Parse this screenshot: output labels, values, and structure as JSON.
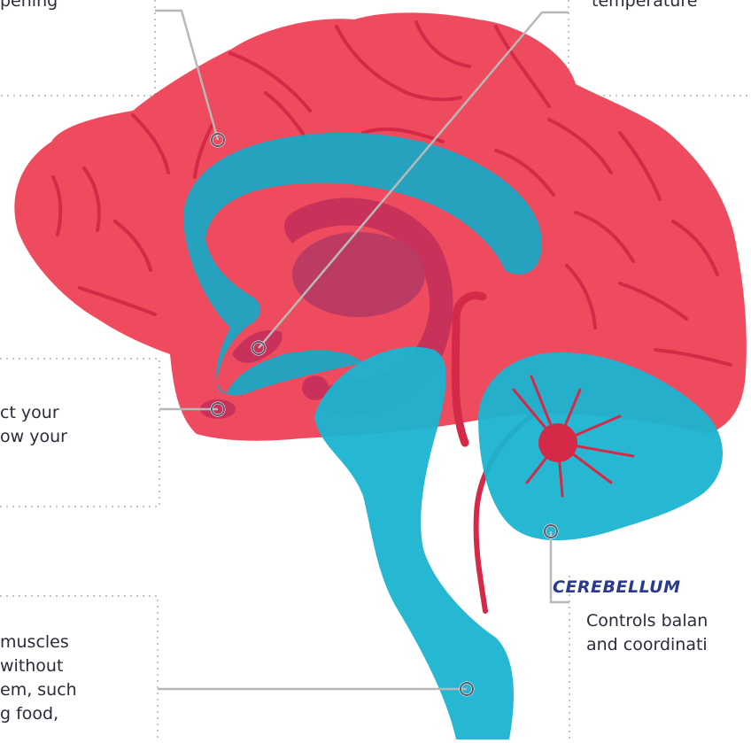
{
  "labels": {
    "top_left_fragment": "pening",
    "top_right_fragment": "temperature",
    "left_mid_line1": "ct your",
    "left_mid_line2": "ow your",
    "bottom_left_line1": "muscles",
    "bottom_left_line2": "without",
    "bottom_left_line3": "em, such",
    "bottom_left_line4": "g food,",
    "cerebellum_heading": "CEREBELLUM",
    "cerebellum_desc_line1": "Controls balan",
    "cerebellum_desc_line2": "and coordinati"
  },
  "colors": {
    "cerebrum": "#ef4b5e",
    "fold_line": "#d42a48",
    "ventricle": "#1aa7c4",
    "brainstem": "#1ab4d0",
    "limbic": "#c8325a",
    "thalamus": "#b63a64",
    "connector": "#b8b8b8",
    "dotted_box": "#c4c4c4",
    "heading": "#2a3a8c",
    "text": "#2b2b3a"
  }
}
